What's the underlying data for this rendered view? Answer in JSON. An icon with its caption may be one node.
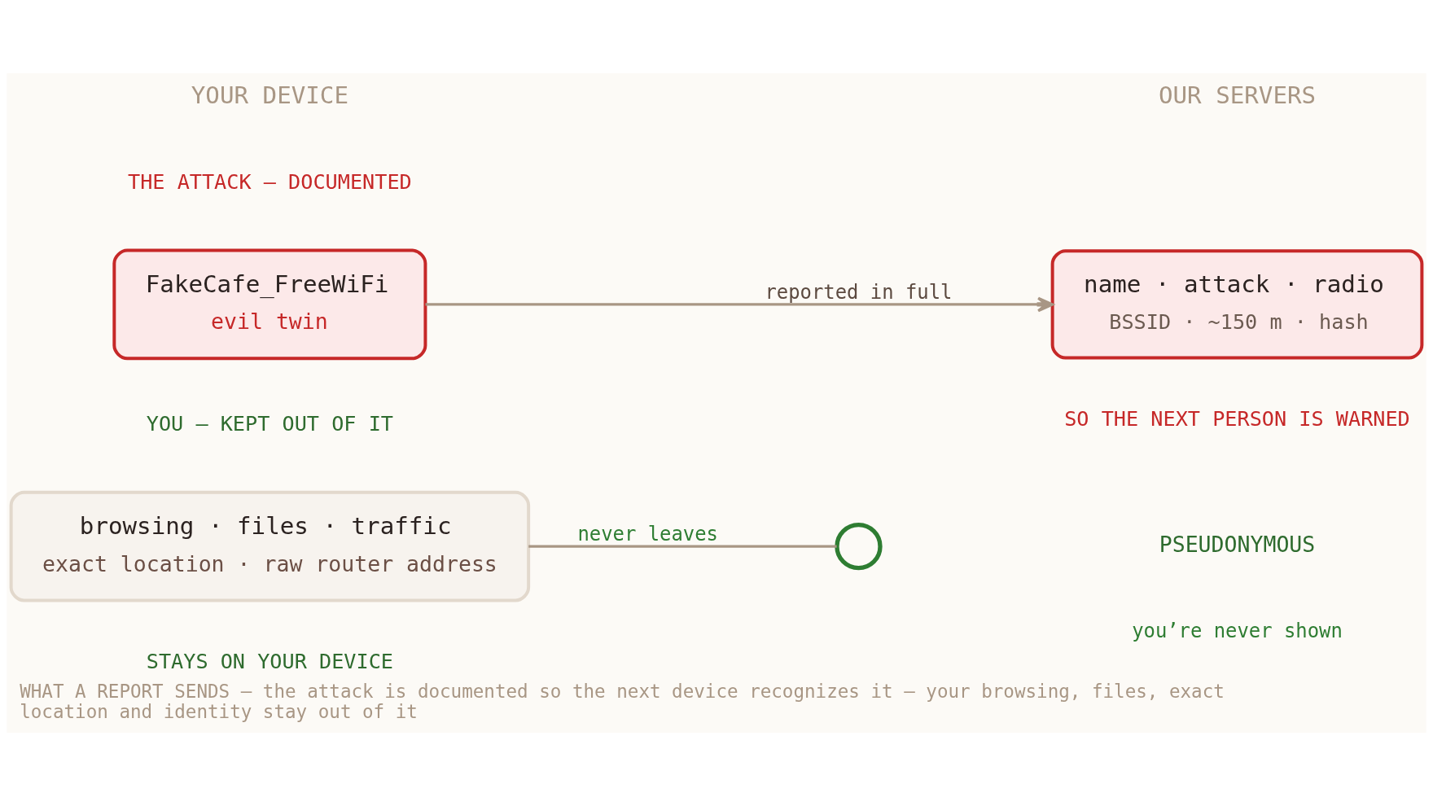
{
  "diagram": {
    "caption": "WHAT A REPORT SENDS — the attack is documented so the next device recognizes it — your browsing, files, exact location and identity stay out of it",
    "nodes": [
      {
        "text": [
          "FakeCafe_FreeWiFi",
          "evil twin"
        ]
      },
      {
        "text": [
          "name · attack · radio",
          "BSSID · ~150 m · hash"
        ],
        "beside": [
          "SO THE NEXT PERSON IS WARNED"
        ]
      },
      {
        "text": [
          "browsing · files · traffic",
          "exact location · raw router address"
        ],
        "beside": [
          "STAYS ON YOUR DEVICE"
        ]
      },
      {
        "text": [],
        "shape": "circle"
      }
    ],
    "edges": [
      {
        "from": 0,
        "to": 1,
        "arrow": "to",
        "label": "reported in full"
      },
      {
        "from": 2,
        "to": 3,
        "arrow": "none",
        "label": "never leaves"
      }
    ],
    "labels": [
      "YOUR DEVICE",
      "OUR SERVERS",
      "THE ATTACK — DOCUMENTED",
      "YOU — KEPT OUT OF IT",
      "PSEUDONYMOUS",
      "you’re never shown"
    ]
  }
}
